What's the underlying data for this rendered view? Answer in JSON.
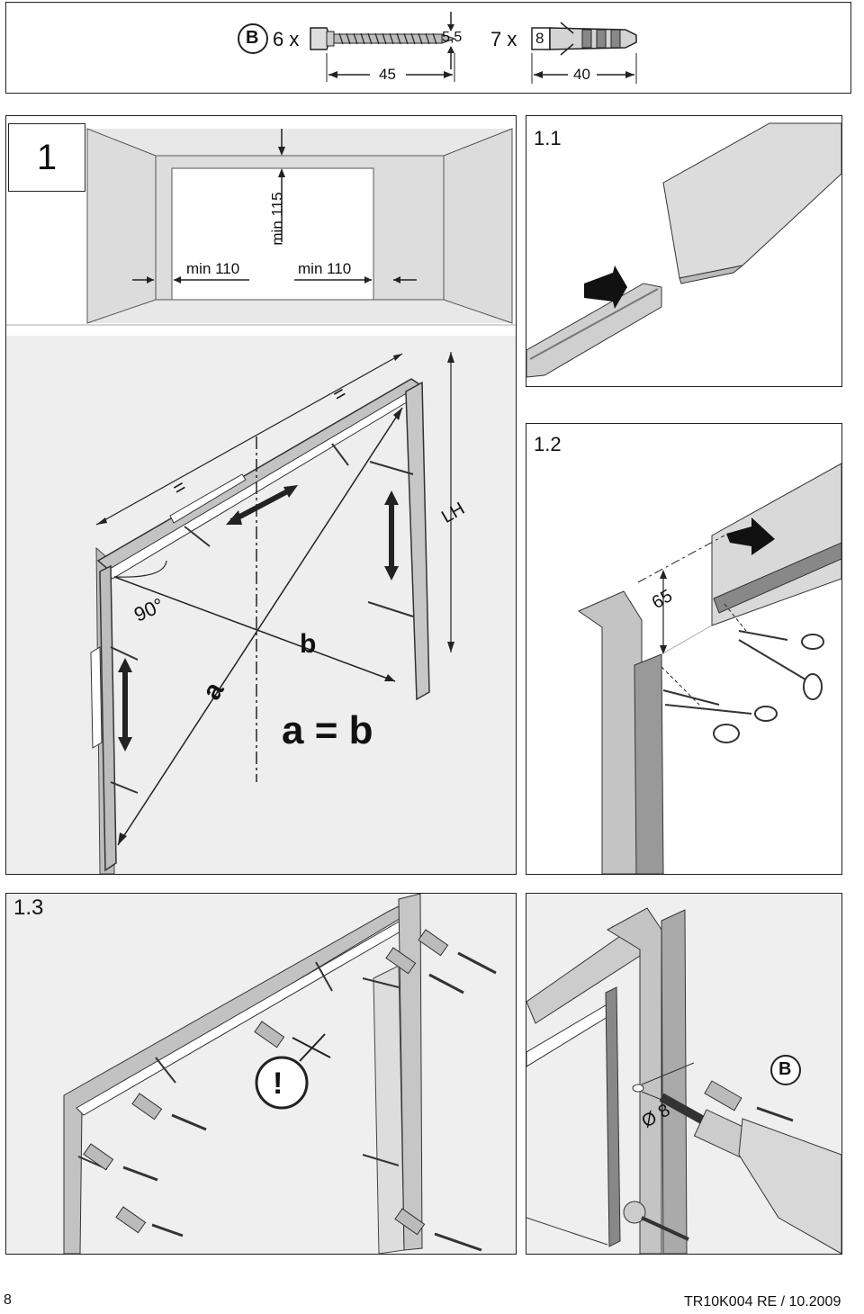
{
  "header": {
    "badge": "B",
    "screw_count": "6 x",
    "screw_diameter": "5,5",
    "screw_length": "45",
    "dowel_count": "7 x",
    "dowel_diameter": "8",
    "dowel_length": "40"
  },
  "step1": {
    "number": "1",
    "min_top": "min 115",
    "min_left": "min 110",
    "min_right": "min 110",
    "equal_left": "=",
    "equal_right": "=",
    "angle": "90°",
    "diag_a": "a",
    "diag_b": "b",
    "height": "LH",
    "formula": "a = b"
  },
  "step1_1": {
    "label": "1.1"
  },
  "step1_2": {
    "label": "1.2",
    "dimension": "65"
  },
  "step1_3": {
    "label": "1.3",
    "badge": "B",
    "drill": "Ø 8",
    "warning": "!"
  },
  "footer": {
    "page": "8",
    "doc": "TR10K004 RE / 10.2009"
  },
  "colors": {
    "wall": "#e6e6e6",
    "frame": "#b9b9b9",
    "line": "#222222"
  }
}
